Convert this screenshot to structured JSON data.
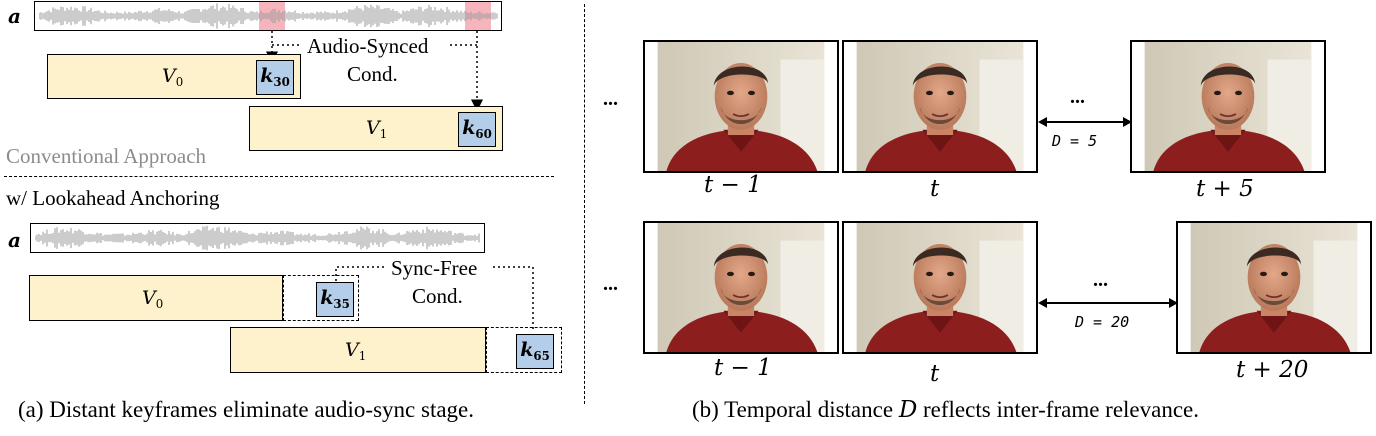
{
  "panel_a": {
    "audio_symbol": "a",
    "conventional": {
      "callout": "Audio-Synced",
      "callout2": "Cond.",
      "label": "Conventional Approach",
      "v0": {
        "base": "V",
        "sub": "0"
      },
      "v1": {
        "base": "V",
        "sub": "1"
      },
      "k0": {
        "base": "k",
        "sub": "30"
      },
      "k1": {
        "base": "k",
        "sub": "60"
      }
    },
    "lookahead": {
      "label": "w/ Lookahead Anchoring",
      "callout": "Sync-Free",
      "callout2": "Cond.",
      "v0": {
        "base": "V",
        "sub": "0"
      },
      "v1": {
        "base": "V",
        "sub": "1"
      },
      "k0": {
        "base": "k",
        "sub": "35"
      },
      "k1": {
        "base": "k",
        "sub": "65"
      }
    },
    "caption": "(a) Distant keyframes eliminate audio-sync stage."
  },
  "panel_b": {
    "ellipsis": "...",
    "row1": {
      "labels": [
        "t − 1",
        "t",
        "t + 5"
      ],
      "distance": "D  =  5"
    },
    "row2": {
      "labels": [
        "t − 1",
        "t",
        "t + 20"
      ],
      "distance": "D = 20"
    },
    "caption_pre": "(b) Temporal distance ",
    "caption_var": "D",
    "caption_post": " reflects inter-frame relevance."
  },
  "colors": {
    "bar_fill": "#fdf2cc",
    "key_fill": "#b4cde8",
    "highlight": "#f6b5bd",
    "gray_text": "#8c8c8c"
  },
  "icons": [
    "audio-waveform-icon",
    "arrow-icon",
    "face-frame-image"
  ]
}
